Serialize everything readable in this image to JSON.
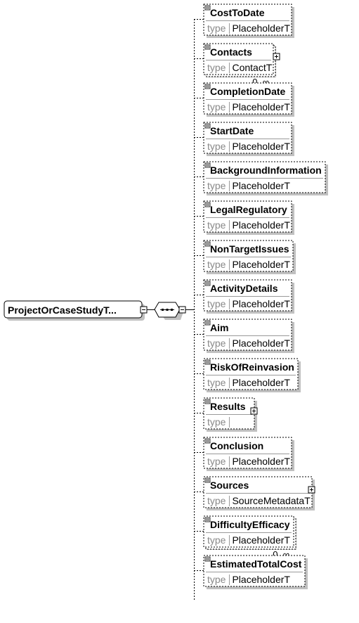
{
  "root": {
    "label": "ProjectOrCaseStudyT..."
  },
  "type_keyword": "type",
  "elements": [
    {
      "name": "CostToDate",
      "type": "PlaceholderT",
      "expand": false,
      "occurrence": ""
    },
    {
      "name": "Contacts",
      "type": "ContactT",
      "expand": true,
      "occurrence": "0..∞"
    },
    {
      "name": "CompletionDate",
      "type": "PlaceholderT",
      "expand": false,
      "occurrence": ""
    },
    {
      "name": "StartDate",
      "type": "PlaceholderT",
      "expand": false,
      "occurrence": ""
    },
    {
      "name": "BackgroundInformation",
      "type": "PlaceholderT",
      "expand": false,
      "occurrence": ""
    },
    {
      "name": "LegalRegulatory",
      "type": "PlaceholderT",
      "expand": false,
      "occurrence": ""
    },
    {
      "name": "NonTargetIssues",
      "type": "PlaceholderT",
      "expand": false,
      "occurrence": ""
    },
    {
      "name": "ActivityDetails",
      "type": "PlaceholderT",
      "expand": false,
      "occurrence": ""
    },
    {
      "name": "Aim",
      "type": "PlaceholderT",
      "expand": false,
      "occurrence": ""
    },
    {
      "name": "RiskOfReinvasion",
      "type": "PlaceholderT",
      "expand": false,
      "occurrence": ""
    },
    {
      "name": "Results",
      "type": "",
      "expand": true,
      "occurrence": ""
    },
    {
      "name": "Conclusion",
      "type": "PlaceholderT",
      "expand": false,
      "occurrence": ""
    },
    {
      "name": "Sources",
      "type": "SourceMetadataT",
      "expand": true,
      "occurrence": ""
    },
    {
      "name": "DifficultyEfficacy",
      "type": "PlaceholderT",
      "expand": false,
      "occurrence": "0..∞"
    },
    {
      "name": "EstimatedTotalCost",
      "type": "PlaceholderT",
      "expand": false,
      "occurrence": ""
    }
  ]
}
